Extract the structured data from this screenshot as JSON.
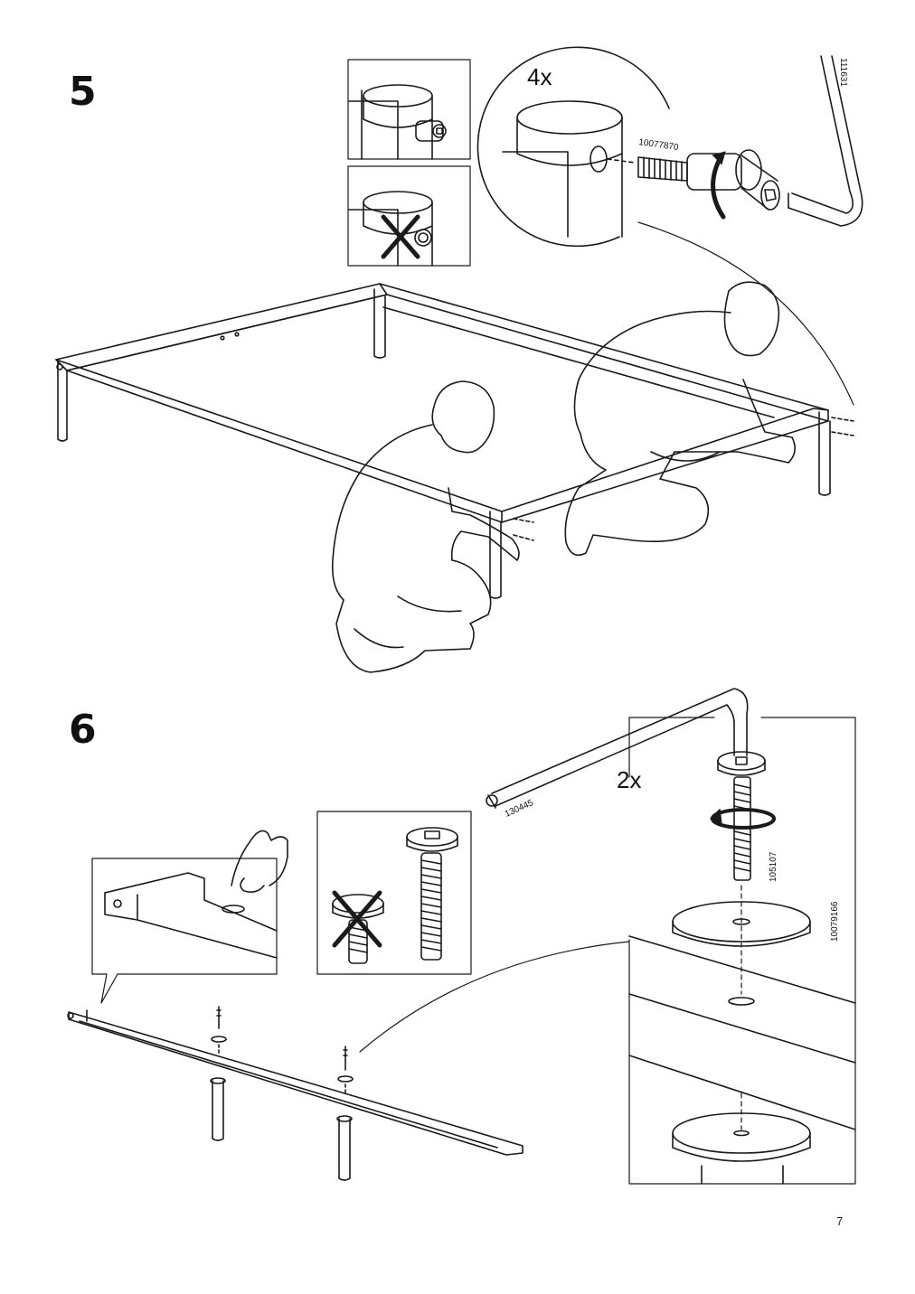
{
  "page": {
    "page_number": "7"
  },
  "step5": {
    "number": "5",
    "quantity": "4x",
    "part_bolt": "10077870",
    "part_key": "111631"
  },
  "step6": {
    "number": "6",
    "quantity": "2x",
    "part_key": "130445",
    "part_screw": "105107",
    "part_foot": "10079166"
  }
}
